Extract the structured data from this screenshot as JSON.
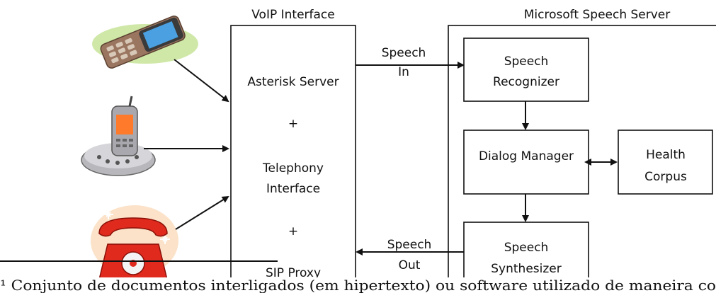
{
  "diagram": {
    "voip_title": "VoIP Interface",
    "mss_title": "Microsoft Speech Server",
    "voip_lines": [
      "Asterisk Server",
      "+",
      "Telephony",
      "Interface",
      "+",
      "SIP Proxy"
    ],
    "speech_in": [
      "Speech",
      "In"
    ],
    "speech_out": [
      "Speech",
      "Out"
    ],
    "recognizer": [
      "Speech",
      "Recognizer"
    ],
    "dialog_manager": "Dialog Manager",
    "health_corpus": [
      "Health",
      "Corpus"
    ],
    "synthesizer": [
      "Speech",
      "Synthesizer"
    ],
    "devices": [
      "mobile-phone-icon",
      "cordless-phone-icon",
      "landline-phone-icon"
    ]
  },
  "footnote": "¹ Conjunto de documentos interligados (em hipertexto) ou software utilizado de maneira co"
}
